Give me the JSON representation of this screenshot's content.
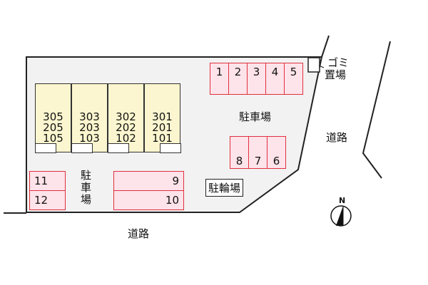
{
  "site": {
    "lot_fill": "#f2f2f2",
    "outline_color": "#222222",
    "slot_fill": "#fde3ea",
    "slot_border": "#e0303e",
    "building_fill": "#fbf6cf"
  },
  "building": {
    "units": [
      {
        "id": "u305",
        "numbers": [
          "305",
          "205",
          "105"
        ]
      },
      {
        "id": "u303",
        "numbers": [
          "303",
          "203",
          "103"
        ]
      },
      {
        "id": "u302",
        "numbers": [
          "302",
          "202",
          "102"
        ]
      },
      {
        "id": "u301",
        "numbers": [
          "301",
          "201",
          "101"
        ]
      }
    ]
  },
  "parking": {
    "top_row": [
      "1",
      "2",
      "3",
      "4",
      "5"
    ],
    "middle_row": [
      "8",
      "7",
      "6"
    ],
    "left_column": [
      "11",
      "12"
    ],
    "wide_slots": [
      "9",
      "10"
    ],
    "label_main": "駐車場",
    "label_left": "駐車場"
  },
  "bike_parking": {
    "label": "駐輪場"
  },
  "garbage": {
    "label_line1": "ゴミ",
    "label_line2": "置場"
  },
  "roads": {
    "east_label": "道路",
    "south_label": "道路"
  },
  "compass": {
    "label": "N"
  }
}
